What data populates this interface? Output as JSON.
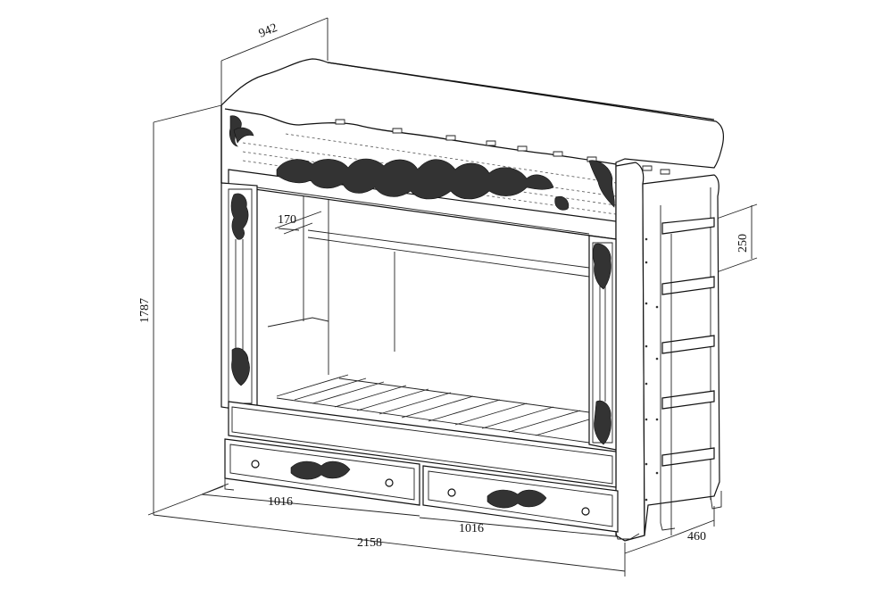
{
  "dimensions": {
    "width_top": "942",
    "height": "1787",
    "gap": "170",
    "ladder_step": "250",
    "drawer_left": "1016",
    "drawer_right": "1016",
    "length": "2158",
    "depth": "460"
  }
}
